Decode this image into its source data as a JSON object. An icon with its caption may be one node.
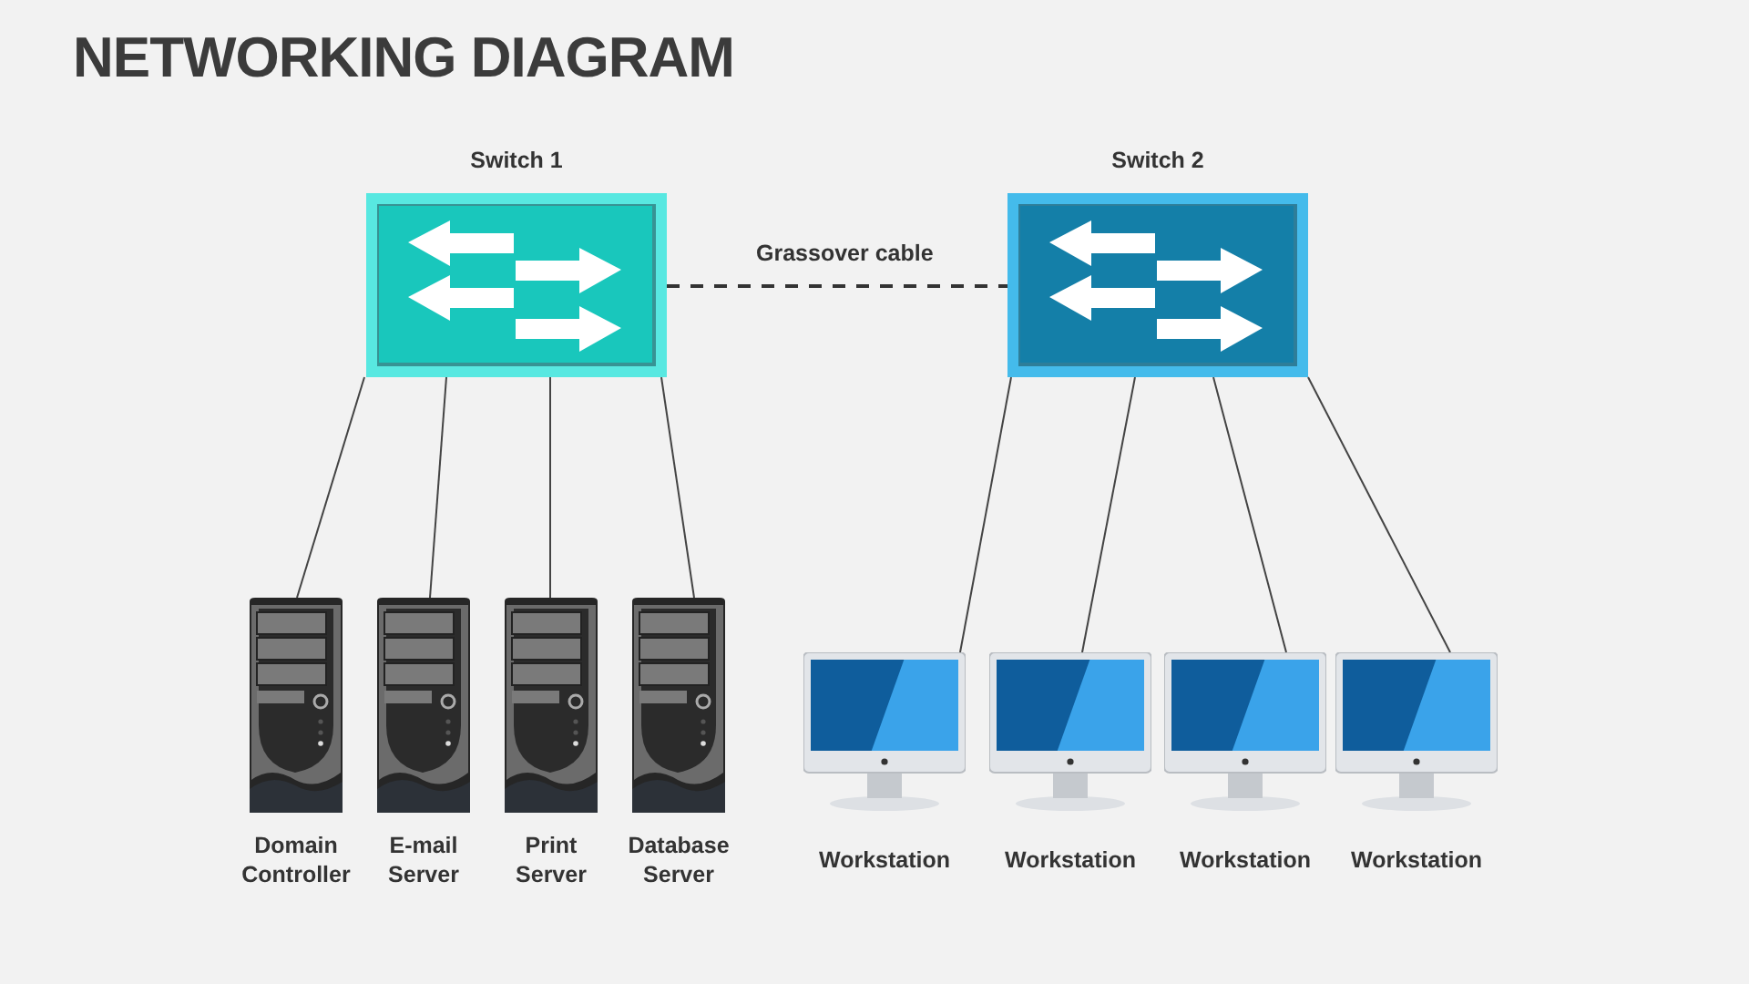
{
  "diagram": {
    "title": "NETWORKING DIAGRAM",
    "nodes": [
      {
        "text": [
          "Switch 1"
        ]
      },
      {
        "text": [
          "Switch 2"
        ]
      },
      {
        "text": [
          "Domain Controller"
        ]
      },
      {
        "text": [
          "E-mail Server"
        ]
      },
      {
        "text": [
          "Print Server"
        ]
      },
      {
        "text": [
          "Database Server"
        ]
      },
      {
        "text": [
          "Workstation"
        ]
      },
      {
        "text": [
          "Workstation"
        ]
      },
      {
        "text": [
          "Workstation"
        ]
      },
      {
        "text": [
          "Workstation"
        ]
      }
    ],
    "edges": [
      {
        "from": 0,
        "to": 1,
        "arrow": "none",
        "style": "dashed",
        "label": "Grassover cable"
      },
      {
        "from": 0,
        "to": 2,
        "arrow": "none"
      },
      {
        "from": 0,
        "to": 3,
        "arrow": "none"
      },
      {
        "from": 0,
        "to": 4,
        "arrow": "none"
      },
      {
        "from": 0,
        "to": 5,
        "arrow": "none"
      },
      {
        "from": 1,
        "to": 6,
        "arrow": "none"
      },
      {
        "from": 1,
        "to": 7,
        "arrow": "none"
      },
      {
        "from": 1,
        "to": 8,
        "arrow": "none"
      },
      {
        "from": 1,
        "to": 9,
        "arrow": "none"
      }
    ]
  }
}
